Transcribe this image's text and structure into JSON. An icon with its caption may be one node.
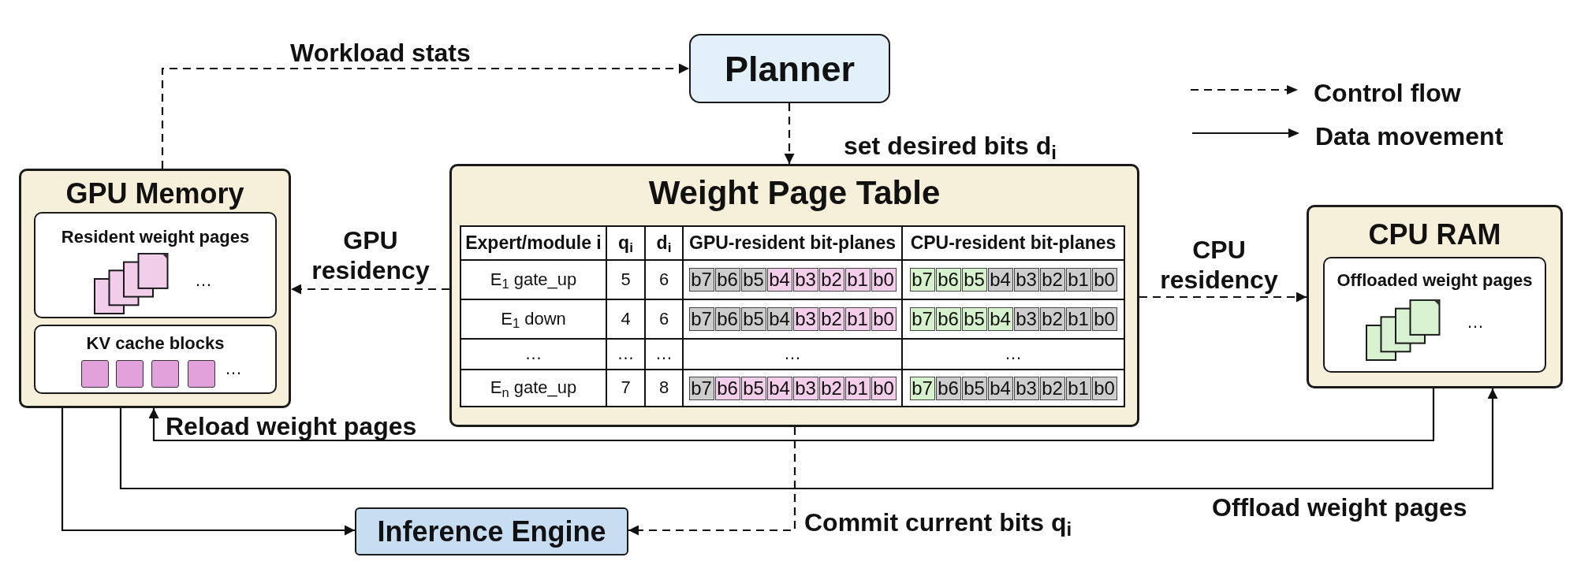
{
  "diagram": {
    "nodes": [
      {
        "text": [
          "Planner"
        ]
      },
      {
        "text": [
          "GPU Memory"
        ]
      },
      {
        "text": [
          "Resident weight pages",
          "…"
        ],
        "in": 1
      },
      {
        "text": [
          "KV cache blocks",
          "…"
        ],
        "in": 1
      },
      {
        "text": [
          "Weight Page Table"
        ]
      },
      {
        "text": [
          "CPU RAM"
        ]
      },
      {
        "text": [
          "Offloaded weight pages",
          "…"
        ],
        "in": 5
      },
      {
        "text": [
          "Inference Engine"
        ]
      }
    ],
    "edges": [
      {
        "from": 1,
        "to": 0,
        "arrow": "to",
        "label": "Workload stats",
        "style": "dashed"
      },
      {
        "from": 0,
        "to": 4,
        "arrow": "to",
        "label": "set desired bits d$_{i}$",
        "style": "dashed"
      },
      {
        "from": 4,
        "to": 1,
        "arrow": "to",
        "label": "GPU residency",
        "style": "dashed"
      },
      {
        "from": 4,
        "to": 5,
        "arrow": "to",
        "label": "CPU residency",
        "style": "dashed"
      },
      {
        "from": 5,
        "to": 1,
        "arrow": "to",
        "label": "Reload weight pages"
      },
      {
        "from": 1,
        "to": 5,
        "arrow": "to",
        "label": "Offload weight pages"
      },
      {
        "from": 1,
        "to": 7,
        "arrow": "to"
      },
      {
        "from": 4,
        "to": 7,
        "arrow": "to",
        "label": "Commit current bits q$_{i}$",
        "style": "dashed"
      }
    ],
    "labels": [
      "Expert/module i",
      "q$_{i}$",
      "d$_{i}$",
      "GPU-resident bit-planes",
      "CPU-resident bit-planes",
      "E$_{1}$ gate_up",
      "5",
      "6",
      "b7",
      "b6",
      "b5",
      "b4",
      "b3",
      "b2",
      "b1",
      "b0",
      "b7",
      "b6",
      "b5",
      "b4",
      "b3",
      "b2",
      "b1",
      "b0",
      "E$_{1}$ down",
      "4",
      "6",
      "b7",
      "b6",
      "b5",
      "b4",
      "b3",
      "b2",
      "b1",
      "b0",
      "b7",
      "b6",
      "b5",
      "b4",
      "b3",
      "b2",
      "b1",
      "b0",
      "…",
      "…",
      "…",
      "…",
      "…",
      "E$_{n}$ gate_up",
      "7",
      "8",
      "b7",
      "b6",
      "b5",
      "b4",
      "b3",
      "b2",
      "b1",
      "b0",
      "b7",
      "b6",
      "b5",
      "b4",
      "b3",
      "b2",
      "b1",
      "b0"
    ],
    "legend": [
      {
        "text": "Control flow"
      },
      {
        "text": "Data movement"
      }
    ]
  }
}
